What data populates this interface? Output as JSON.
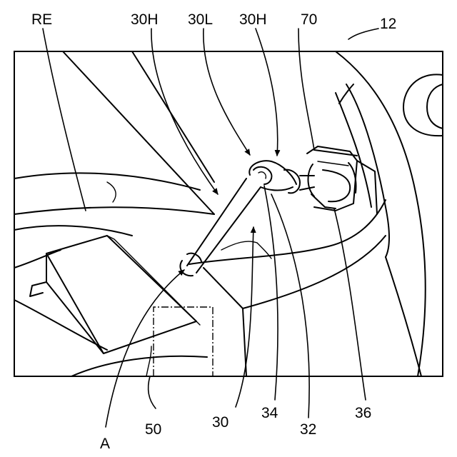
{
  "labels": {
    "re": "RE",
    "h30_left": "30H",
    "l30": "30L",
    "h30_right": "30H",
    "n70": "70",
    "n12": "12",
    "a": "A",
    "n50": "50",
    "n30": "30",
    "n34": "34",
    "n32": "32",
    "n36": "36"
  }
}
